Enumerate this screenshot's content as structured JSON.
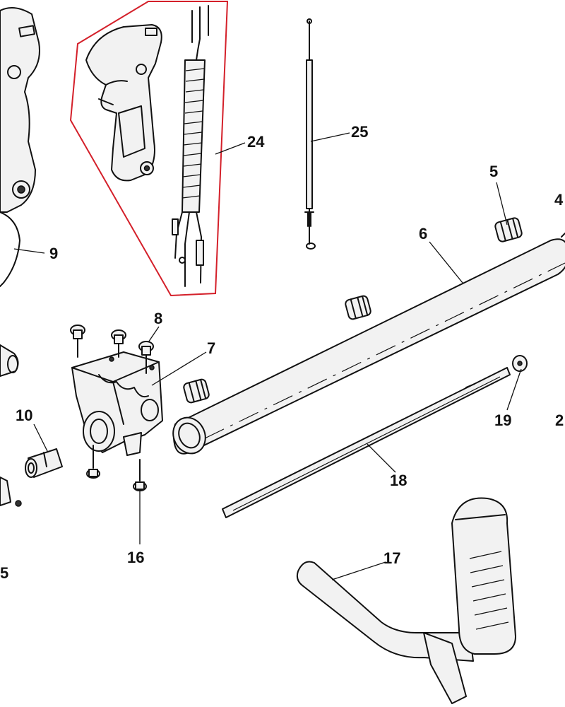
{
  "callouts": [
    {
      "id": "4",
      "label": "4"
    },
    {
      "id": "5",
      "label": "5"
    },
    {
      "id": "6",
      "label": "6"
    },
    {
      "id": "7",
      "label": "7"
    },
    {
      "id": "8",
      "label": "8"
    },
    {
      "id": "9",
      "label": "9"
    },
    {
      "id": "10",
      "label": "10"
    },
    {
      "id": "16",
      "label": "16"
    },
    {
      "id": "17",
      "label": "17"
    },
    {
      "id": "18",
      "label": "18"
    },
    {
      "id": "19",
      "label": "19"
    },
    {
      "id": "24",
      "label": "24"
    },
    {
      "id": "25",
      "label": "25"
    },
    {
      "id": "2",
      "label": "2"
    },
    {
      "id": "15",
      "label": "5"
    }
  ],
  "colors": {
    "highlight": "#d4202a",
    "line": "#111111",
    "background": "#ffffff"
  }
}
